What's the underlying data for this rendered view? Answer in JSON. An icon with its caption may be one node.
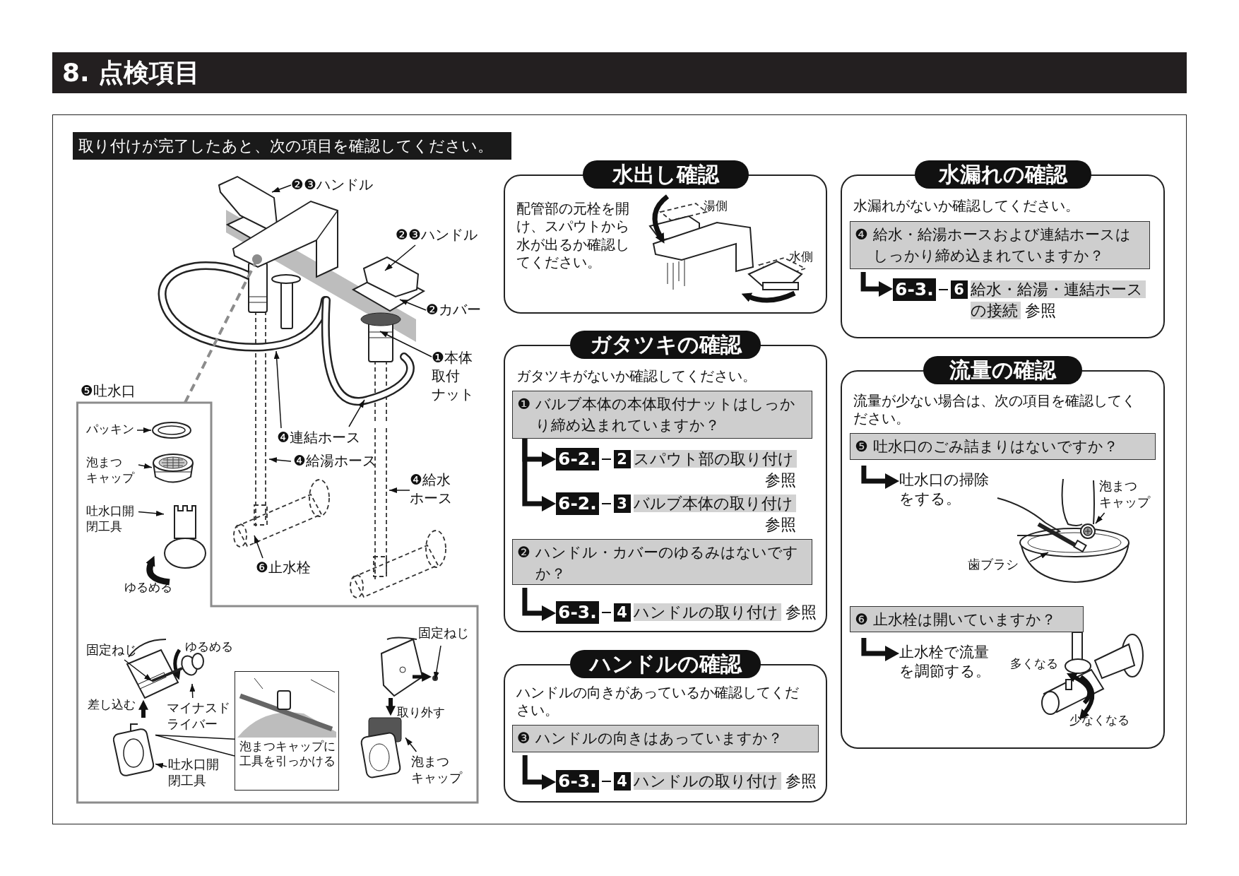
{
  "diagram": {
    "title": "8. 点検項目",
    "nodes": [
      {
        "text": [
          "取り付けが完了したあと、次の項目を確認してください。"
        ]
      },
      {
        "text": [
          "❷❸ハンドル"
        ]
      },
      {
        "text": [
          "❷❸ハンドル"
        ]
      },
      {
        "text": [
          "❷カバー"
        ]
      },
      {
        "text": [
          "❶本体取付ナット"
        ]
      },
      {
        "text": [
          "❹連結ホース"
        ]
      },
      {
        "text": [
          "❹給湯ホース"
        ]
      },
      {
        "text": [
          "❹給水ホース"
        ]
      },
      {
        "text": [
          "❻止水栓"
        ]
      },
      {
        "text": [
          "❺吐水口"
        ]
      },
      {
        "text": [
          "パッキン"
        ],
        "in": 9
      },
      {
        "text": [
          "泡まつキャップ"
        ],
        "in": 9
      },
      {
        "text": [
          "吐水口開閉工具"
        ],
        "in": 9
      },
      {
        "text": [
          "固定ねじ"
        ],
        "in": 9
      },
      {
        "text": [
          "マイナスドライバー"
        ],
        "in": 9
      },
      {
        "text": [
          "吐水口開閉工具"
        ],
        "in": 9
      },
      {
        "text": [
          "泡まつキャップに工具を引っかける"
        ],
        "in": 9
      },
      {
        "text": [
          "固定ねじ"
        ],
        "in": 9
      },
      {
        "text": [
          "泡まつキャップ"
        ],
        "in": 9
      },
      {
        "text": [
          "水出し確認",
          "配管部の元栓を開け、スパウトから水が出るか確認してください。"
        ]
      },
      {
        "text": [
          "ガタツキの確認",
          "ガタツキがないか確認してください。"
        ]
      },
      {
        "text": [
          "❶ バルブ本体の本体取付ナットはしっかり締め込まれていますか？"
        ],
        "in": 20
      },
      {
        "text": [
          "6-2.",
          "2",
          "スパウト部の取り付け",
          "参照"
        ],
        "in": 20
      },
      {
        "text": [
          "6-2.",
          "3",
          "バルブ本体の取り付け",
          "参照"
        ],
        "in": 20
      },
      {
        "text": [
          "❷ ハンドル・カバーのゆるみはないですか？"
        ],
        "in": 20
      },
      {
        "text": [
          "6-3.",
          "4",
          "ハンドルの取り付け",
          "参照"
        ],
        "in": 20
      },
      {
        "text": [
          "ハンドルの確認",
          "ハンドルの向きがあっているか確認してください。"
        ]
      },
      {
        "text": [
          "❸ ハンドルの向きはあっていますか？"
        ],
        "in": 26
      },
      {
        "text": [
          "6-3.",
          "4",
          "ハンドルの取り付け",
          "参照"
        ],
        "in": 26
      },
      {
        "text": [
          "水漏れの確認",
          "水漏れがないか確認してください。"
        ]
      },
      {
        "text": [
          "❹ 給水・給湯ホースおよび連結ホースはしっかり締め込まれていますか？"
        ],
        "in": 29
      },
      {
        "text": [
          "6-3.",
          "6",
          "給水・給湯・連結ホースの接続",
          "参照"
        ],
        "in": 29
      },
      {
        "text": [
          "流量の確認",
          "流量が少ない場合は、次の項目を確認してください。"
        ]
      },
      {
        "text": [
          "❺ 吐水口のごみ詰まりはないですか？"
        ],
        "in": 32
      },
      {
        "text": [
          "吐水口の掃除をする。"
        ],
        "in": 32
      },
      {
        "text": [
          "泡まつキャップ"
        ],
        "in": 32
      },
      {
        "text": [
          "歯ブラシ"
        ],
        "in": 32
      },
      {
        "text": [
          "❻ 止水栓は開いていますか？"
        ],
        "in": 32
      },
      {
        "text": [
          "止水栓で流量を調節する。"
        ],
        "in": 32
      },
      {
        "text": [],
        "shape": "picture",
        "in": 9
      },
      {
        "text": [],
        "shape": "picture",
        "in": 9
      },
      {
        "text": [],
        "shape": "picture",
        "in": 9
      },
      {
        "text": [],
        "shape": "picture",
        "in": 9
      },
      {
        "text": [],
        "shape": "picture",
        "in": 9
      },
      {
        "text": [],
        "shape": "picture",
        "in": 32
      },
      {
        "text": [],
        "shape": "picture",
        "in": 32
      },
      {
        "text": [],
        "shape": "picture",
        "in": 9
      },
      {
        "text": [],
        "shape": "picture"
      }
    ],
    "edges": [
      {
        "from": 1,
        "to": null,
        "arrow": "to"
      },
      {
        "from": 2,
        "to": null,
        "arrow": "to"
      },
      {
        "from": 3,
        "to": null,
        "arrow": "to"
      },
      {
        "from": 4,
        "to": null,
        "arrow": "to"
      },
      {
        "from": 5,
        "to": null,
        "arrow": "to"
      },
      {
        "from": 5,
        "to": null,
        "arrow": "to"
      },
      {
        "from": 6,
        "to": null,
        "arrow": "to"
      },
      {
        "from": 7,
        "to": 47,
        "arrow": "to"
      },
      {
        "from": 8,
        "to": null,
        "arrow": "to"
      },
      {
        "from": null,
        "to": 9,
        "arrow": "other",
        "style": "dashed",
        "color": "#8c8c8c"
      },
      {
        "from": 10,
        "to": 39,
        "arrow": "to"
      },
      {
        "from": 11,
        "to": 40,
        "arrow": "to"
      },
      {
        "from": 12,
        "to": 41,
        "arrow": "to"
      },
      {
        "from": 13,
        "to": null,
        "arrow": "to"
      },
      {
        "from": 14,
        "to": 46,
        "arrow": "to"
      },
      {
        "from": 15,
        "to": 42,
        "arrow": "to"
      },
      {
        "from": 16,
        "to": 42,
        "arrow": "none"
      },
      {
        "from": 16,
        "to": 42,
        "arrow": "none"
      },
      {
        "from": 17,
        "to": null,
        "arrow": "to"
      },
      {
        "from": 18,
        "to": 43,
        "arrow": "to"
      },
      {
        "from": 21,
        "to": 22,
        "arrow": "to",
        "style": "thick"
      },
      {
        "from": 21,
        "to": 23,
        "arrow": "to",
        "style": "thick"
      },
      {
        "from": 24,
        "to": 25,
        "arrow": "to",
        "style": "thick"
      },
      {
        "from": 27,
        "to": 28,
        "arrow": "to",
        "style": "thick"
      },
      {
        "from": 30,
        "to": 31,
        "arrow": "to",
        "style": "thick"
      },
      {
        "from": 33,
        "to": 34,
        "arrow": "to",
        "style": "thick"
      },
      {
        "from": 35,
        "to": 44,
        "arrow": "to"
      },
      {
        "from": 36,
        "to": 45,
        "arrow": "to"
      },
      {
        "from": 37,
        "to": 38,
        "arrow": "to",
        "style": "thick"
      }
    ],
    "labels": [
      "湯側",
      "水側",
      "ゆるめる",
      "ゆるめる",
      "差し込む",
      "取り外す",
      "多くなる",
      "少なくなる"
    ]
  }
}
